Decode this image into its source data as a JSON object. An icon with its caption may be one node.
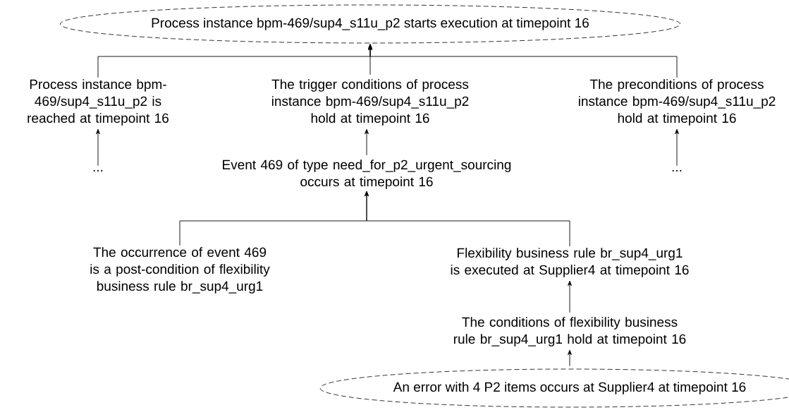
{
  "diagram": {
    "nodes": [
      {
        "text": [
          "Process instance bpm-469/sup4_s11u_p2 starts execution at timepoint 16"
        ]
      },
      {
        "text": [
          "Process instance bpm-469/sup4_s11u_p2 is reached at timepoint 16"
        ]
      },
      {
        "text": [
          "The trigger conditions of process instance bpm-469/sup4_s11u_p2 hold at timepoint 16"
        ]
      },
      {
        "text": [
          "The preconditions of process instance bpm-469/sup4_s11u_p2 hold at timepoint 16"
        ]
      },
      {
        "text": [
          "..."
        ]
      },
      {
        "text": [
          "Event 469 of type need_for_p2_urgent_sourcing occurs at timepoint 16"
        ]
      },
      {
        "text": [
          "..."
        ]
      },
      {
        "text": [
          "The occurrence of event 469 is a post-condition of flexibility business rule br_sup4_urg1"
        ]
      },
      {
        "text": [
          "Flexibility business rule br_sup4_urg1 is executed at Supplier4 at timepoint 16"
        ]
      },
      {
        "text": [
          "The conditions of flexibility business rule br_sup4_urg1 hold at timepoint 16"
        ]
      },
      {
        "text": [
          "An error with 4 P2 items occurs at Supplier4 at timepoint 16"
        ]
      }
    ],
    "edges": [
      {
        "from": 1,
        "to": 0,
        "arrow": "to"
      },
      {
        "from": 2,
        "to": 0,
        "arrow": "to"
      },
      {
        "from": 3,
        "to": 0,
        "arrow": "to"
      },
      {
        "from": 4,
        "to": 1,
        "arrow": "to"
      },
      {
        "from": 5,
        "to": 2,
        "arrow": "to"
      },
      {
        "from": 6,
        "to": 3,
        "arrow": "to"
      },
      {
        "from": 7,
        "to": 5,
        "arrow": "to"
      },
      {
        "from": 8,
        "to": 5,
        "arrow": "to"
      },
      {
        "from": 9,
        "to": 8,
        "arrow": "to"
      },
      {
        "from": 10,
        "to": 9,
        "arrow": "to"
      }
    ]
  }
}
